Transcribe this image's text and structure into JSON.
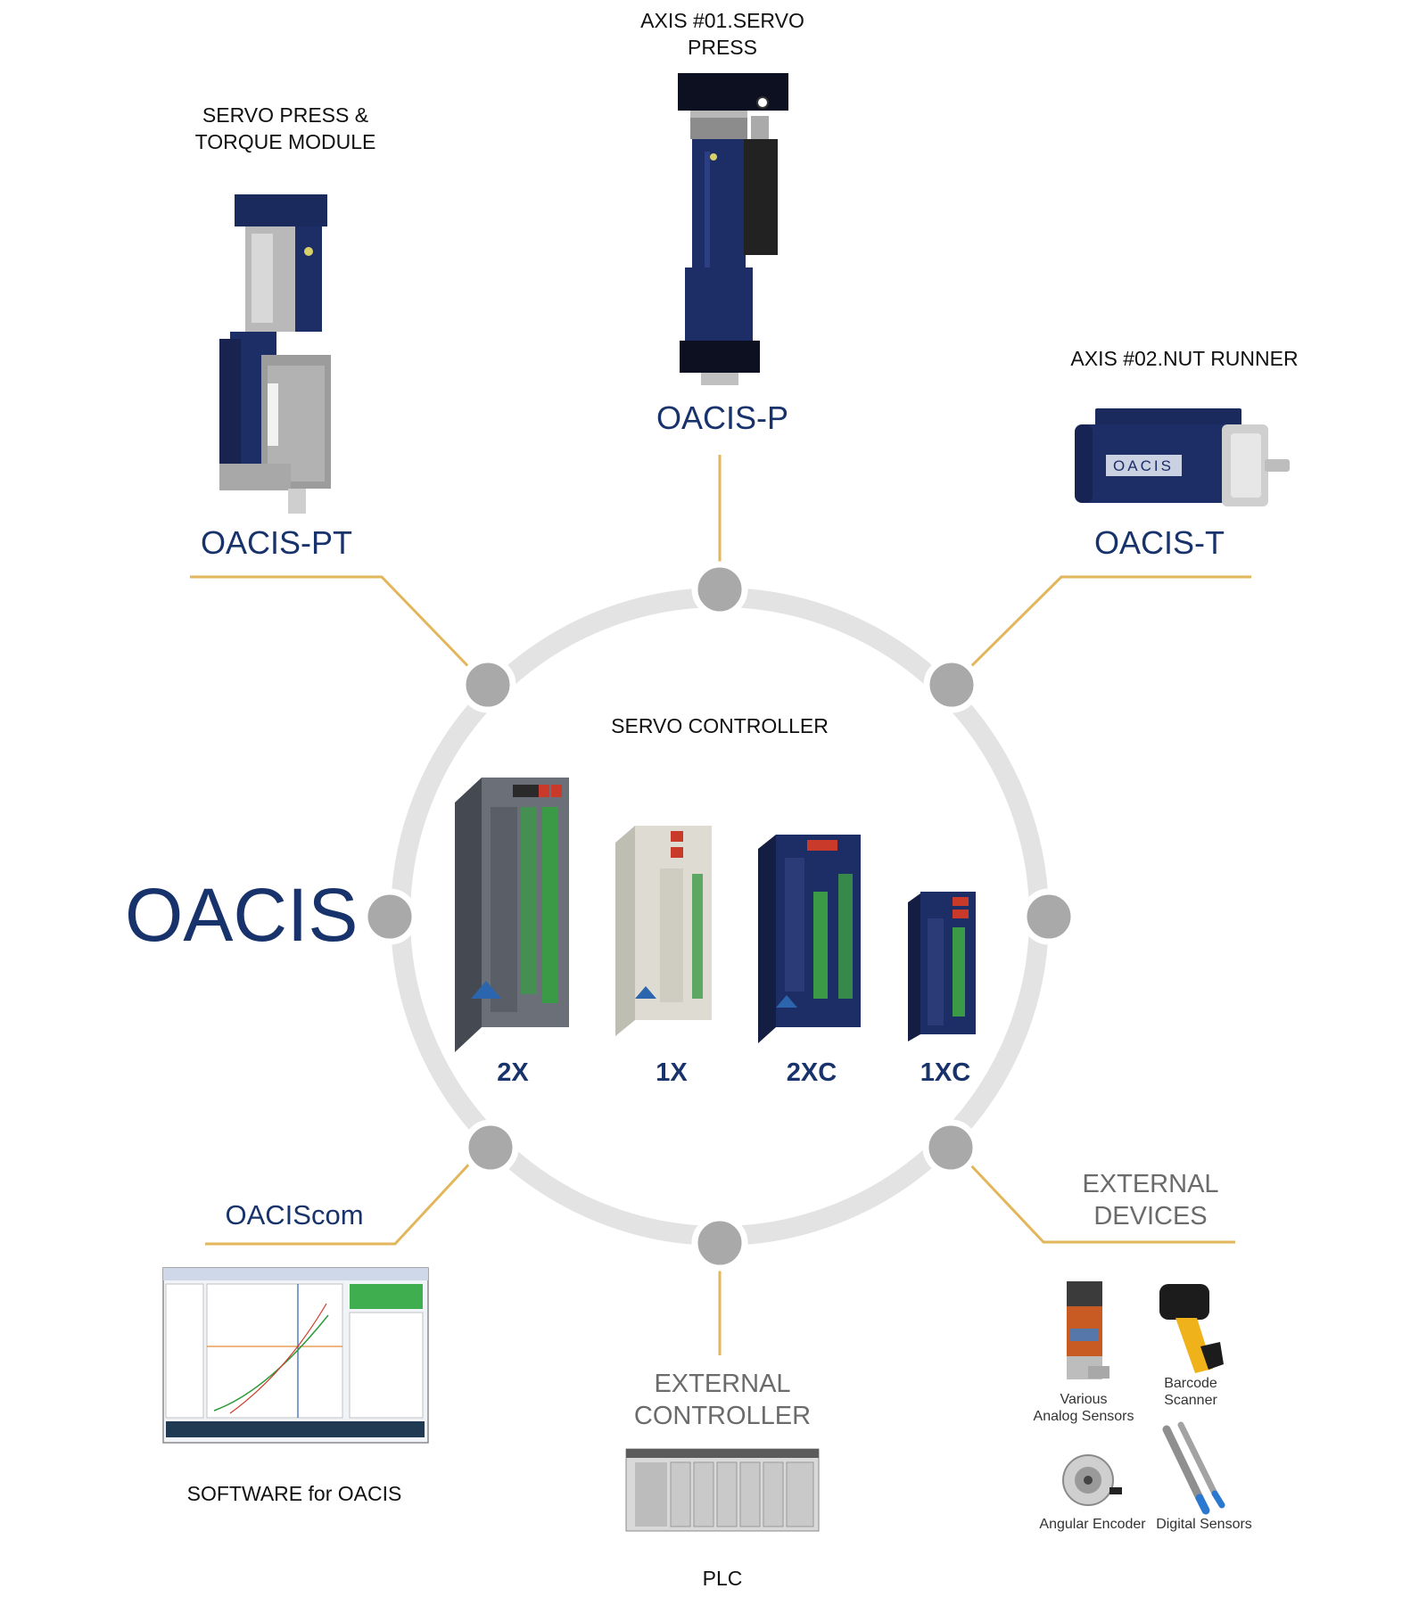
{
  "diagram": {
    "brand": "OACIS",
    "center_title": "SERVO CONTROLLER",
    "controllers": [
      "2X",
      "1X",
      "2XC",
      "1XC"
    ],
    "nodes": {
      "axis1": {
        "caption": "AXIS #01.SERVO PRESS",
        "product": "OACIS-P"
      },
      "pt": {
        "caption_line1": "SERVO PRESS &",
        "caption_line2": "TORQUE MODULE",
        "product": "OACIS-PT"
      },
      "axis2": {
        "caption": "AXIS #02.NUT RUNNER",
        "product": "OACIS-T",
        "module_text": "OACIS"
      },
      "software": {
        "product": "OACIScom",
        "caption": "SOFTWARE for OACIS"
      },
      "external_controller": {
        "title_line1": "EXTERNAL",
        "title_line2": "CONTROLLER",
        "caption": "PLC"
      },
      "external_devices": {
        "title_line1": "EXTERNAL",
        "title_line2": "DEVICES",
        "items": [
          {
            "line1": "Various",
            "line2": "Analog Sensors"
          },
          {
            "line1": "Barcode",
            "line2": "Scanner"
          },
          {
            "line1": "Angular Encoder",
            "line2": ""
          },
          {
            "line1": "Digital Sensors",
            "line2": ""
          }
        ]
      }
    },
    "colors": {
      "navy": "#18336b",
      "gold": "#e2b65a",
      "ring": "#e3e3e3",
      "dot": "#a9a9a9"
    }
  }
}
